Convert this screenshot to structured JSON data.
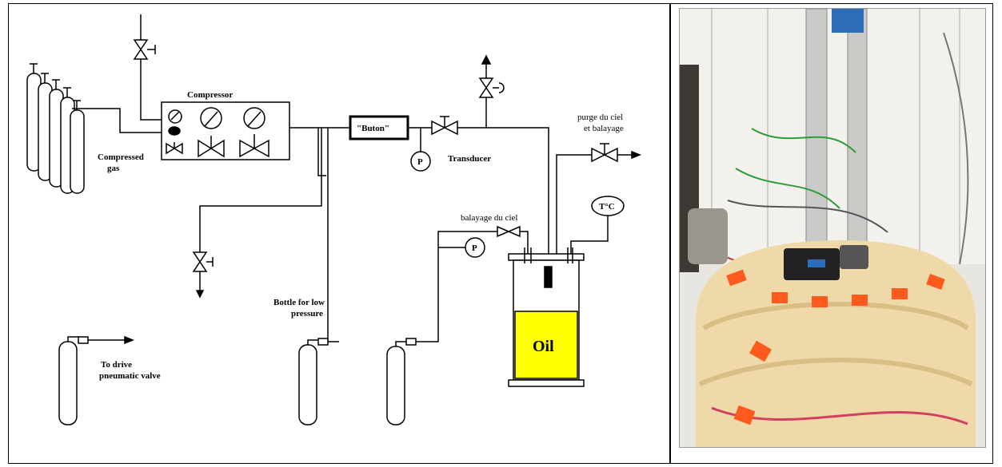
{
  "labels": {
    "compressor": "Compressor",
    "compressed_gas_1": "Compressed",
    "compressed_gas_2": "gas",
    "buton": "\"Buton\"",
    "transducer": "Transducer",
    "purge_1": "purge du ciel",
    "purge_2": "et balayage",
    "balayage": "balayage du ciel",
    "temp": "T°C",
    "pressure_1": "P",
    "pressure_2": "P",
    "oil": "Oil",
    "bottle_low_1": "Bottle for low",
    "bottle_low_2": "pressure",
    "drive_1": "To drive",
    "drive_2": "pneumatic valve"
  },
  "colors": {
    "oil": "#ffff00",
    "line": "#000000",
    "tape": "#ff5a1e",
    "insulation": "#efd9a8",
    "rack": "#c9cbc9"
  },
  "photo": {
    "description_icon": "photo-of-insulated-vessel"
  }
}
